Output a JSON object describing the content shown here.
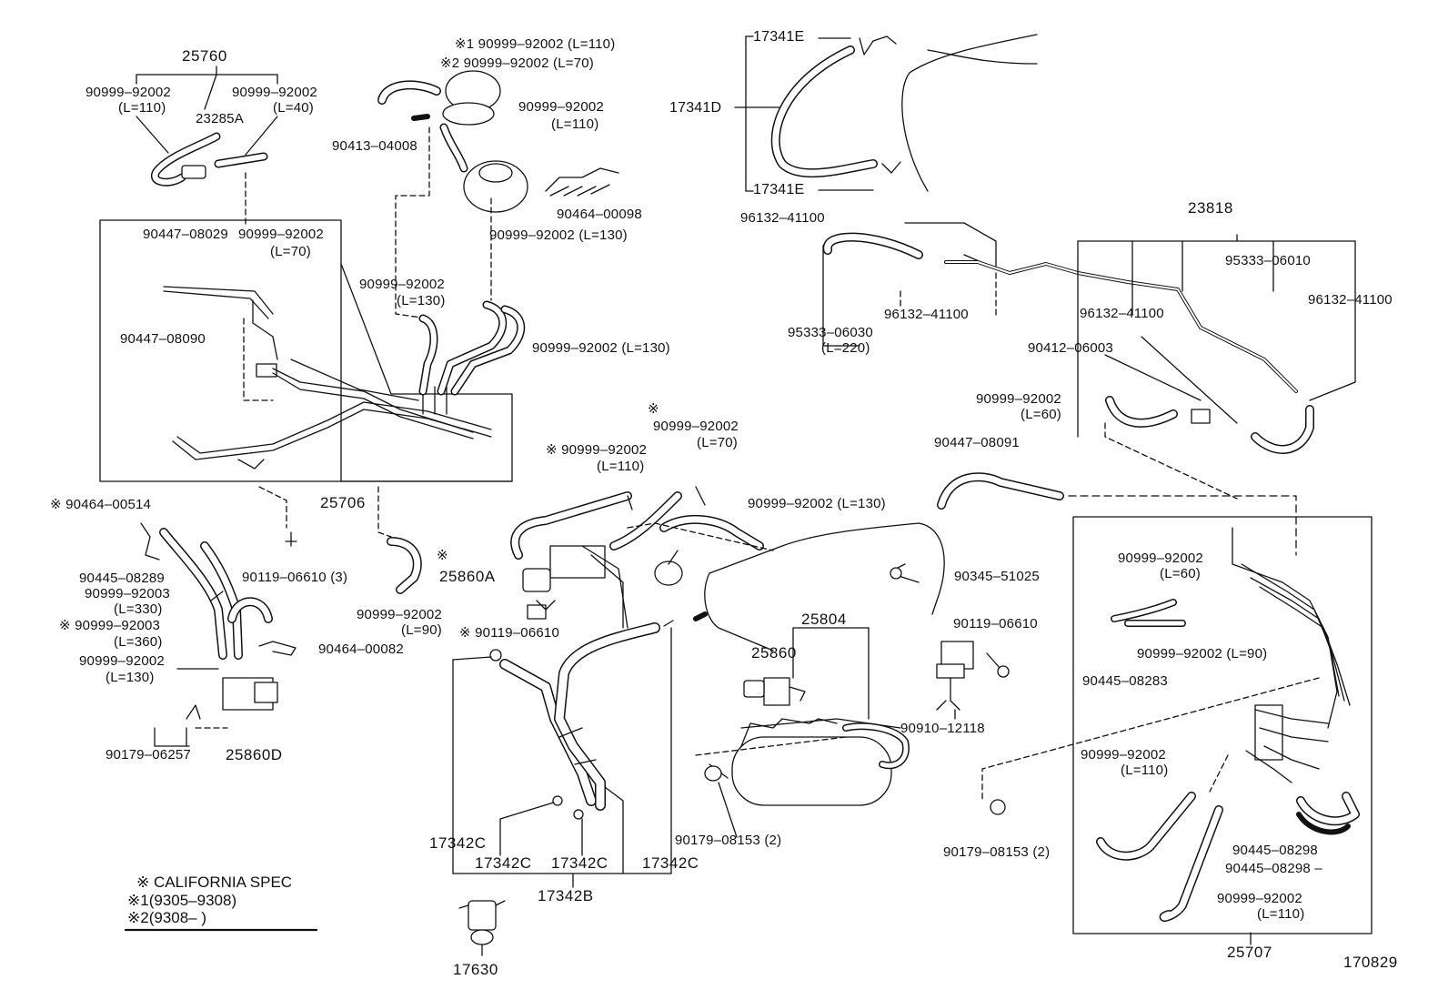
{
  "diagram_id": "170829",
  "legend": {
    "title": "※ CALIFORNIA  SPEC",
    "note1": "※1(9305–9308)",
    "note2": "※2(9308–          )"
  },
  "labels": {
    "l25760": "25760",
    "l90999_92002_a": "90999–92002",
    "l110_a": "(L=110)",
    "l23285A": "23285A",
    "l90999_92002_b": "90999–92002",
    "l40": "(L=40)",
    "lnote1_top": "※1 90999–92002 (L=110)",
    "lnote2_top": "※2 90999–92002 (L=70)",
    "l90999_92002_c": "90999–92002",
    "l110_c": "(L=110)",
    "l90413": "90413–04008",
    "l90464_00098": "90464–00098",
    "l90447_08029": "90447–08029",
    "l90999_92002_d": "90999–92002",
    "l70_d": "(L=70)",
    "l90447_08090": "90447–08090",
    "l90999_130_top": "90999–92002 (L=130)",
    "l90999_92002_e": "90999–92002",
    "l130_e": "(L=130)",
    "l90999_130_mid": "90999–92002 (L=130)",
    "l17341E_top": "17341E",
    "l17341D": "17341D",
    "l17341E_bot": "17341E",
    "l96132_a": "96132–41100",
    "l95333_06030": "95333–06030",
    "l220": "(L=220)",
    "l96132_b": "96132–41100",
    "l23818": "23818",
    "l95333_06010": "95333–06010",
    "l96132_c": "96132–41100",
    "l96132_d": "96132–41100",
    "l90412": "90412–06003",
    "l90999_92002_f": "90999–92002",
    "l60_f": "(L=60)",
    "l90447_08091": "90447–08091",
    "l25706": "25706",
    "l90464_00514": "※  90464–00514",
    "l90119_3": "90119–06610 (3)",
    "l90445_08289": "90445–08289",
    "l90999_92003_a": "90999–92003",
    "l330": "(L=330)",
    "l90999_92003_b": "※  90999–92003",
    "l360": "(L=360)",
    "l90999_92002_g": "90999–92002",
    "l130_g": "(L=130)",
    "l90464_00082": "90464–00082",
    "l90179_06257": "90179–06257",
    "l25860D": "25860D",
    "l90999_92002_h": "90999–92002",
    "l90_h": "(L=90)",
    "lstar_h": "※",
    "l90999_92002_i": "90999–92002",
    "l70_i": "(L=70)",
    "l90999_92002_j": "※ 90999–92002",
    "l110_j": "(L=110)",
    "l90999_130_k": "90999–92002 (L=130)",
    "lstar_25860A": "※",
    "l25860A": "25860A",
    "l90119_star": "※ 90119–06610",
    "l90345": "90345–51025",
    "l25804": "25804",
    "l25860": "25860",
    "l90119_b": "90119–06610",
    "l90910": "90910–12118",
    "l90179_08153_a": "90179–08153 (2)",
    "l90179_08153_b": "90179–08153 (2)",
    "l17342C_a": "17342C",
    "l17342C_b": "17342C",
    "l17342C_c": "17342C",
    "l17342C_d": "17342C",
    "l17342B": "17342B",
    "l17630": "17630",
    "l90999_92002_m": "90999–92002",
    "l60_m": "(L=60)",
    "l90999_90_n": "90999–92002 (L=90)",
    "l90445_08283": "90445–08283",
    "l90999_92002_o": "90999–92002",
    "l110_o": "(L=110)",
    "l90445_08298_a": "90445–08298",
    "l90445_08298_b": "90445–08298 –",
    "l90999_92002_p": "90999–92002",
    "l110_p": "(L=110)",
    "l25707": "25707"
  }
}
